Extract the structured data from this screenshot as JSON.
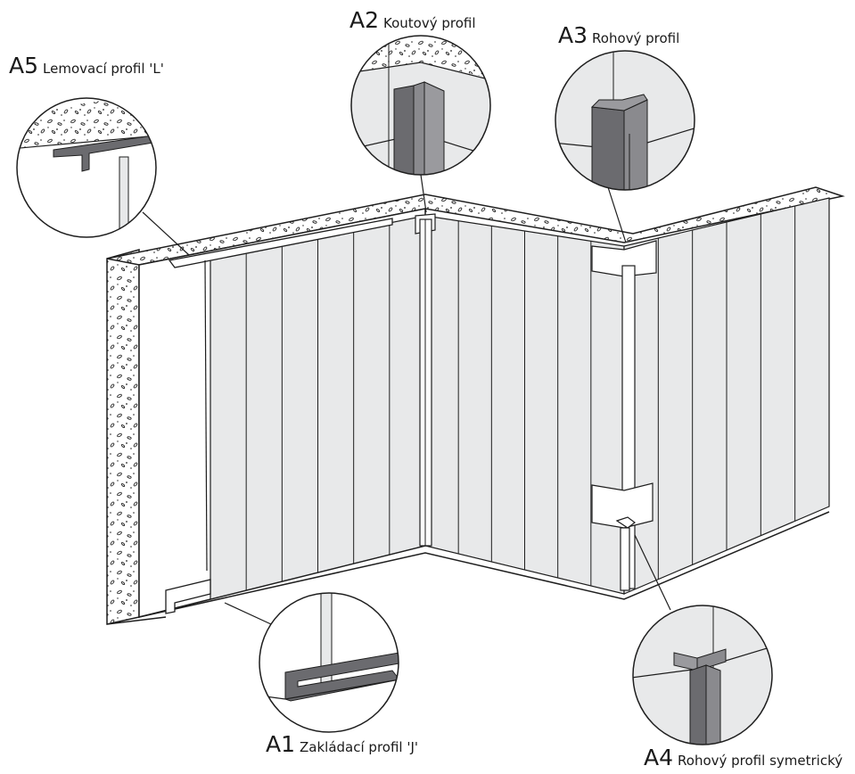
{
  "labels": {
    "a5": {
      "code": "A5",
      "name": "Lemovací profil 'L'"
    },
    "a2": {
      "code": "A2",
      "name": "Koutový profil"
    },
    "a3": {
      "code": "A3",
      "name": "Rohový profil"
    },
    "a1": {
      "code": "A1",
      "name": "Zakládací profil 'J'"
    },
    "a4": {
      "code": "A4",
      "name": "Rohový profil symetrický"
    }
  },
  "colors": {
    "panel": "#e8e9ea",
    "profile": "#6b6b6f",
    "profile_light": "#9a9a9e",
    "outline": "#1e1e1e",
    "plaster": "#ffffff"
  }
}
